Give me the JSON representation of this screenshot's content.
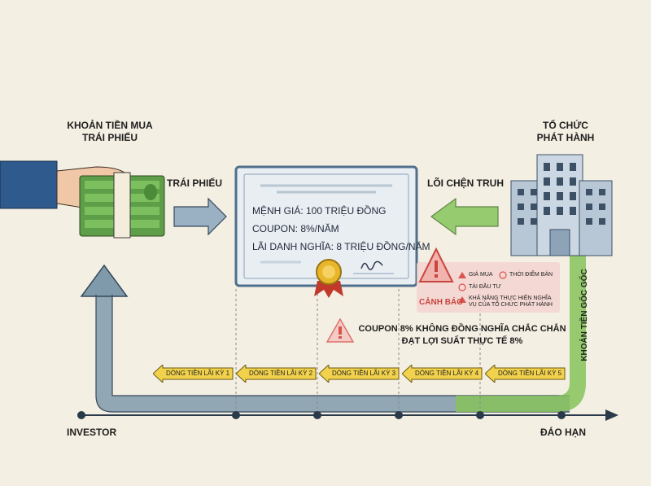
{
  "labels": {
    "payment": "KHOẢN TIỀN MUA\nTRÁI PHIẾU",
    "issuer": "TỔ CHỨC\nPHÁT HÀNH",
    "bond_arrow": "TRÁI PHIẾU",
    "interest_arrow": "LÕI CHỆN TRUH",
    "principal": "KHOẢN TIỀN GỐC GỐC",
    "investor": "INVESTOR",
    "maturity": "ĐÁO HẠN"
  },
  "certificate": {
    "line1": "MỆNH GIÁ: 100 TRIỆU ĐỒNG",
    "line2": "COUPON: 8%/NĂM",
    "line3": "LÃI DANH NGHĨA: 8 TRIỆU ĐỒNG/NĂM"
  },
  "warning": {
    "title": "CẢNH BÁO",
    "items": [
      "GIÁ MUA",
      "THỜI ĐIỂM BÁN",
      "TÁI ĐẦU TƯ",
      "KHẢ NĂNG THỰC HIỆN NGHĨA\nVỤ CỦA TỔ CHỨC PHÁT HÀNH"
    ]
  },
  "note": "COUPON 8% KHÔNG ĐỒNG NGHĨA CHẮC CHẮN\nĐẠT LỢI SUẤT THỰC TẾ 8%",
  "cash_flows": [
    "DÒNG TIỀN LÃI KỲ 1",
    "DÒNG TIỀN LÃI KỲ 2",
    "DÒNG TIỀN LÃI KỲ 3",
    "DÒNG TIỀN LÃI KỲ 4",
    "DÒNG TIỀN LÃI KỲ 5"
  ],
  "colors": {
    "background": "#f4efe3",
    "cash_flow_fill": "#f2d24c",
    "investor_arrow": "#6f8ea1",
    "principal_arrow": "#7fbf4d",
    "warning_red": "#d9534f",
    "certificate_border": "#4f6f8c"
  },
  "icons": [
    "hand-holding-money-icon",
    "office-building-icon",
    "certificate-seal-icon",
    "warning-triangle-icon",
    "signature-icon"
  ]
}
